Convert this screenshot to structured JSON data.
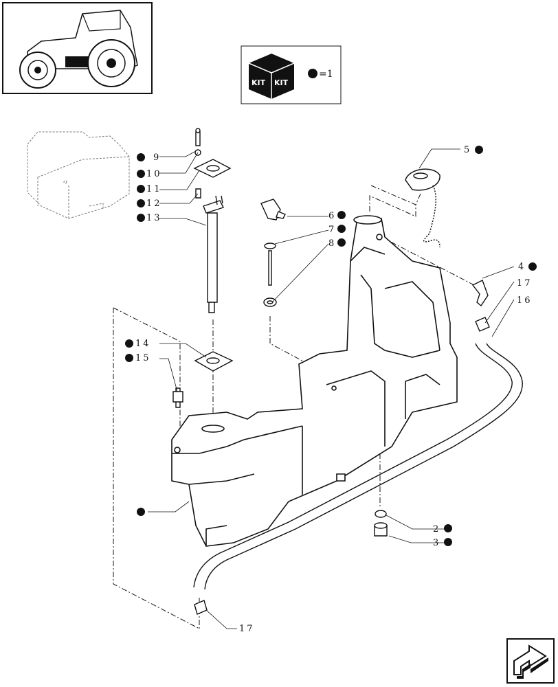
{
  "kit_box": {
    "kit_left": "KIT",
    "kit_right": "KIT",
    "legend_eq": "=1"
  },
  "callouts": [
    {
      "id": "c9",
      "text": "9",
      "marker": true
    },
    {
      "id": "c10",
      "text": "10",
      "marker": true
    },
    {
      "id": "c11",
      "text": "11",
      "marker": true
    },
    {
      "id": "c12",
      "text": "12",
      "marker": true
    },
    {
      "id": "c13",
      "text": "13",
      "marker": true
    },
    {
      "id": "c5",
      "text": "5",
      "marker": true
    },
    {
      "id": "c6",
      "text": "6",
      "marker": true
    },
    {
      "id": "c7",
      "text": "7",
      "marker": true
    },
    {
      "id": "c8",
      "text": "8",
      "marker": true
    },
    {
      "id": "c4",
      "text": "4",
      "marker": true
    },
    {
      "id": "c17a",
      "text": "17",
      "marker": false
    },
    {
      "id": "c16",
      "text": "16",
      "marker": false
    },
    {
      "id": "c14",
      "text": "14",
      "marker": true
    },
    {
      "id": "c15",
      "text": "15",
      "marker": true
    },
    {
      "id": "cmain",
      "text": "",
      "marker": true
    },
    {
      "id": "c2",
      "text": "2",
      "marker": true
    },
    {
      "id": "c3",
      "text": "3",
      "marker": true
    },
    {
      "id": "c17b",
      "text": "17",
      "marker": false
    }
  ],
  "icons": {
    "tractor": "tractor-thumbnail-icon",
    "kit": "kit-box-icon",
    "next": "next-page-arrow-icon"
  },
  "colors": {
    "ink": "#111111",
    "paper": "#ffffff"
  }
}
